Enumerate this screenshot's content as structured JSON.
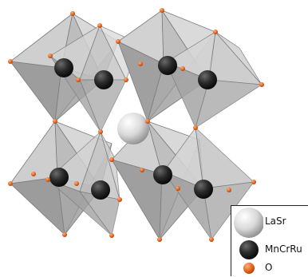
{
  "legend": {
    "items": [
      {
        "label": "LaSr",
        "color": "#d8d8d8",
        "icon": "large-sphere-icon"
      },
      {
        "label": "MnCrRu",
        "color": "#222222",
        "icon": "dark-sphere-icon"
      },
      {
        "label": "O",
        "color": "#e8661a",
        "icon": "oxygen-sphere-icon"
      }
    ]
  },
  "colors": {
    "octahedron": "#b9b9b9",
    "octahedron_edge": "#7a7a7a",
    "b_site": "#1d1d1d",
    "a_site": "#e4e4e4",
    "oxygen": "#e2621b"
  }
}
